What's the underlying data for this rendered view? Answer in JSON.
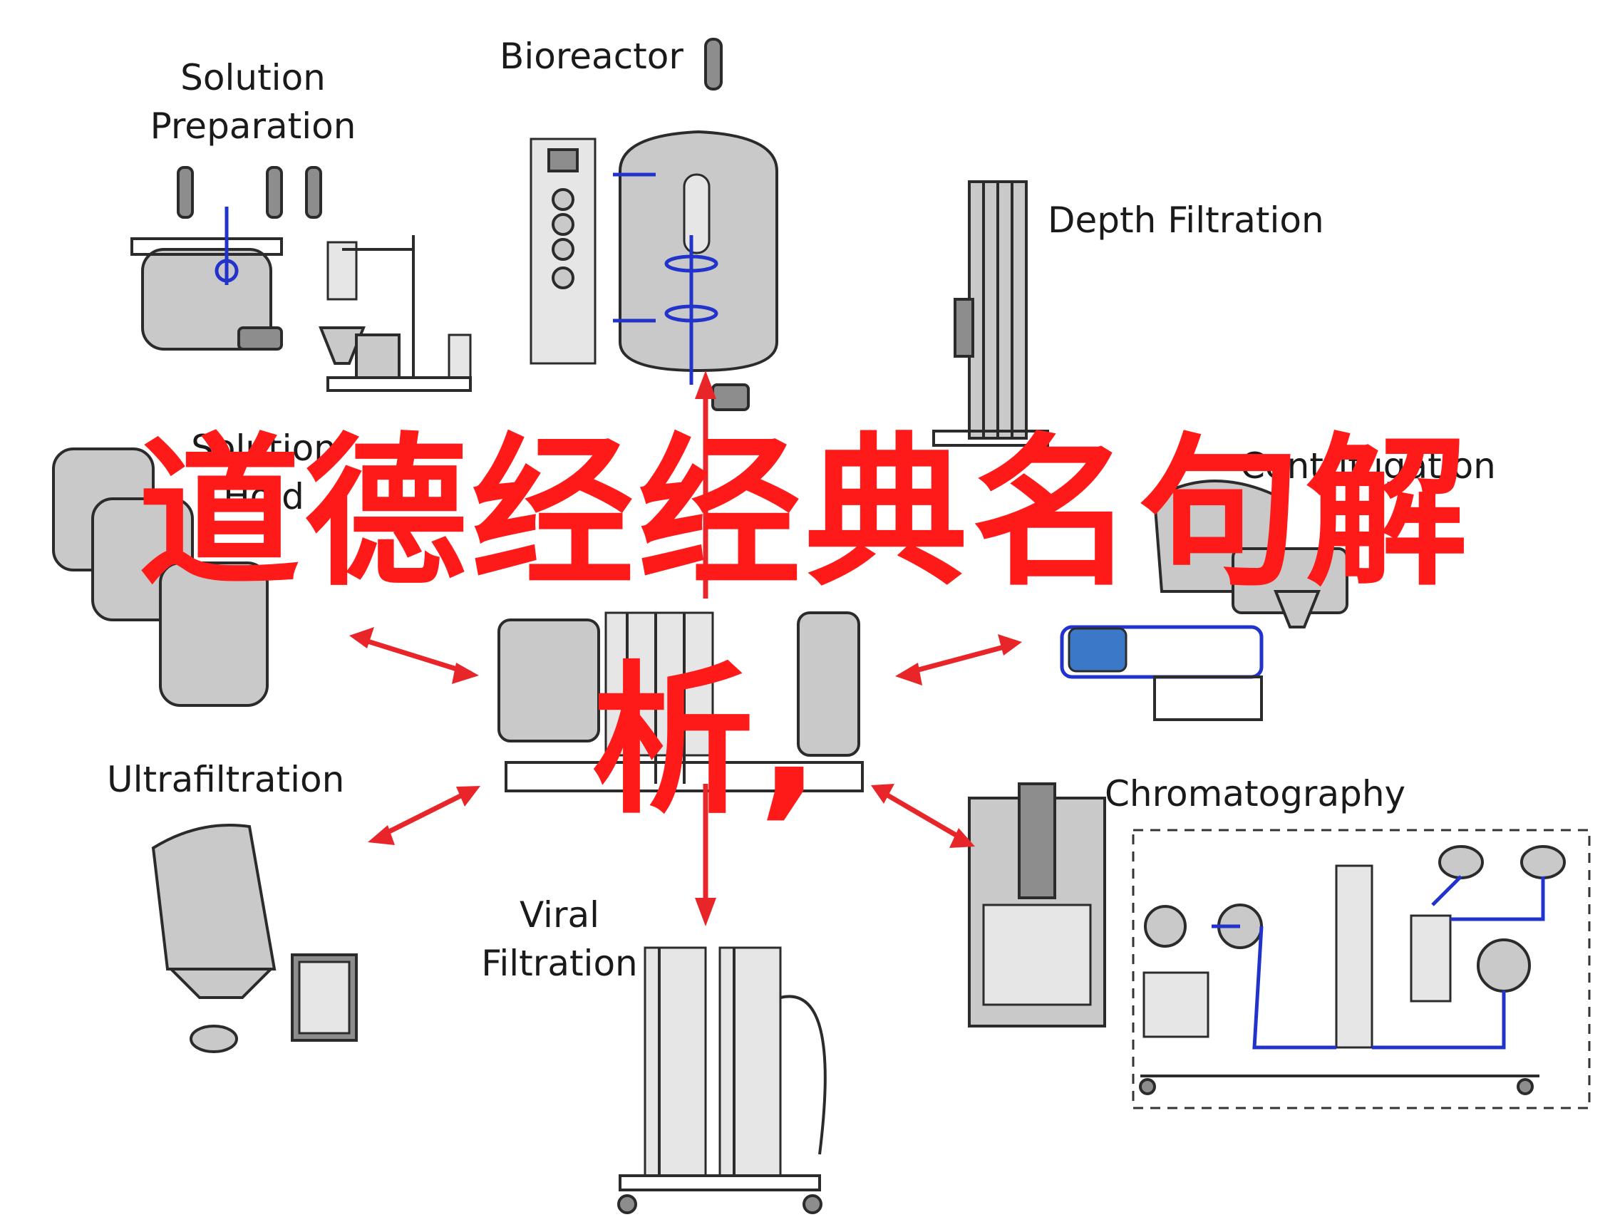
{
  "labels": {
    "solution_preparation": [
      "Solution",
      "Preparation"
    ],
    "bioreactor": "Bioreactor",
    "depth_filtration": "Depth Filtration",
    "solution_hold": [
      "Solution",
      "Hold"
    ],
    "centrifugation": "Centrifugation",
    "ultrafiltration": "Ultrafiltration",
    "chromatography": "Chromatography",
    "viral_filtration": [
      "Viral",
      "Filtration"
    ]
  },
  "overlay": {
    "line1": "道德经经典名句解",
    "line2": "析,"
  },
  "colors": {
    "overlay_text": "#ff1a1a",
    "arrows": "#e8262a",
    "equipment_fill": "#c9c9c9",
    "piping": "#2233cc"
  }
}
